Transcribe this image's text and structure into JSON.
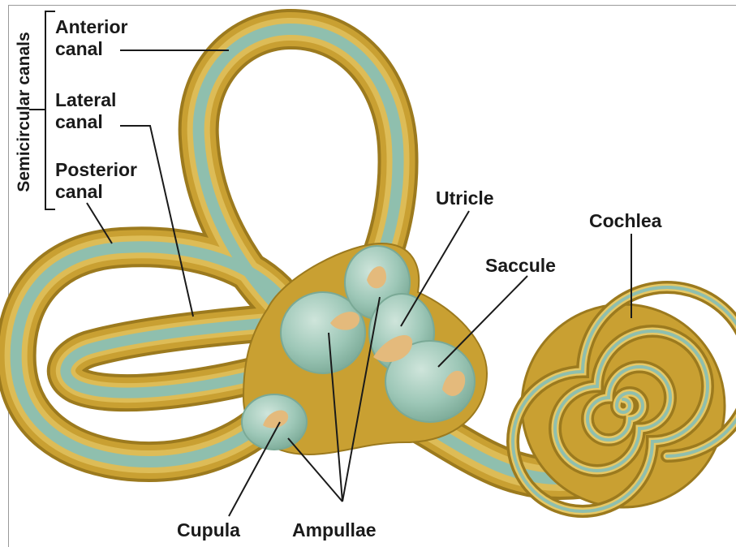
{
  "group_label": "Semicircular canals",
  "labels": {
    "anterior_line1": "Anterior",
    "anterior_line2": "canal",
    "lateral_line1": "Lateral",
    "lateral_line2": "canal",
    "posterior_line1": "Posterior",
    "posterior_line2": "canal",
    "utricle": "Utricle",
    "saccule": "Saccule",
    "cochlea": "Cochlea",
    "cupula": "Cupula",
    "ampullae": "Ampullae"
  },
  "colors": {
    "bone_outer": "#c9a032",
    "bone_highlight": "#e6c866",
    "bone_shadow": "#9c7a1e",
    "membrane": "#8fbfae",
    "membrane_core": "#a9d1c1",
    "cupula": "#e4ba7c",
    "leader_line": "#1a1a1a"
  }
}
